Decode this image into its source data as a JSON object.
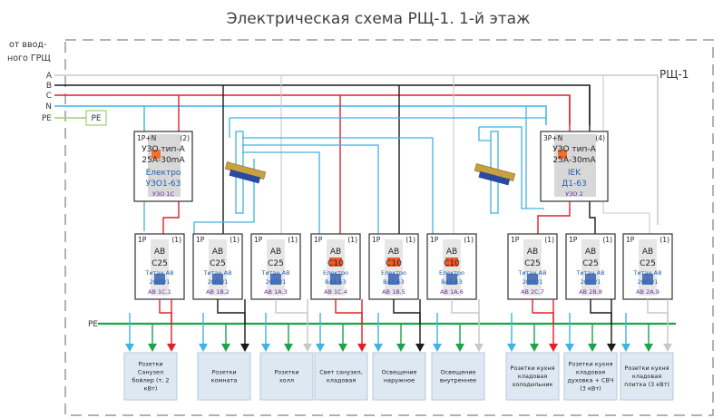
{
  "title": "Электрическая схема РЩ-1. 1-й этаж",
  "panel_label": "РЩ-1",
  "input_label_line1": "от ввод-",
  "input_label_line2": "ного ГРЩ",
  "buses": [
    {
      "name": "A",
      "color": "#c8c8c8"
    },
    {
      "name": "B",
      "color": "#1a1a1a"
    },
    {
      "name": "C",
      "color": "#e0202a"
    },
    {
      "name": "N",
      "color": "#3fb4e0"
    },
    {
      "name": "PE",
      "color": "#9fcf6a"
    }
  ],
  "pe_box_label": "PE",
  "pe_bus_label": "PE",
  "colors": {
    "neutral": "#3fb4e0",
    "pe": "#1da34a",
    "phaseA": "#c8c8c8",
    "phaseB": "#1a1a1a",
    "phaseC": "#e0202a",
    "frame": "#8a8a8a",
    "load_fill": "#dde8f3"
  },
  "rcds": [
    {
      "poles": "1P+N",
      "module": "(2)",
      "type": "УЗО тип-А",
      "rating": "25А-30mA",
      "brand": "Електро",
      "model": "УЗО1-63",
      "id": "УЗО 1С"
    },
    {
      "poles": "3P+N",
      "module": "(4)",
      "type": "УЗО тип-А",
      "rating": "25А-30mA",
      "brand": "IEK",
      "model": "Д1-63",
      "id": "УЗО 2"
    }
  ],
  "breakers": [
    {
      "poles": "1P",
      "module": "(1)",
      "kind": "АВ",
      "rating": "C25",
      "brand": "Титан АВ",
      "model": "2001/1",
      "id": "АВ 1С.1",
      "phase": "C"
    },
    {
      "poles": "1P",
      "module": "(1)",
      "kind": "АВ",
      "rating": "C25",
      "brand": "Титан АВ",
      "model": "2001/1",
      "id": "АВ 1В.2",
      "phase": "B"
    },
    {
      "poles": "1P",
      "module": "(1)",
      "kind": "АВ",
      "rating": "C25",
      "brand": "Титан АВ",
      "model": "2001/1",
      "id": "АВ 1А.3",
      "phase": "A"
    },
    {
      "poles": "1P",
      "module": "(1)",
      "kind": "АВ",
      "rating": "C10",
      "brand": "Електро",
      "model": "ВА1-63",
      "id": "АВ 1С.4",
      "phase": "C"
    },
    {
      "poles": "1P",
      "module": "(1)",
      "kind": "АВ",
      "rating": "C10",
      "brand": "Електро",
      "model": "ВА1-63",
      "id": "АВ 1В.5",
      "phase": "B"
    },
    {
      "poles": "1P",
      "module": "(1)",
      "kind": "АВ",
      "rating": "C10",
      "brand": "Електро",
      "model": "ВА1-63",
      "id": "АВ 1А.6",
      "phase": "A"
    },
    {
      "poles": "1P",
      "module": "(1)",
      "kind": "АВ",
      "rating": "C25",
      "brand": "Титан АВ",
      "model": "2001/1",
      "id": "АВ 2С.7",
      "phase": "C"
    },
    {
      "poles": "1P",
      "module": "(1)",
      "kind": "АВ",
      "rating": "C25",
      "brand": "Титан АВ",
      "model": "2001/1",
      "id": "АВ 2В.8",
      "phase": "B"
    },
    {
      "poles": "1P",
      "module": "(1)",
      "kind": "АВ",
      "rating": "C25",
      "brand": "Титан АВ",
      "model": "2001/1",
      "id": "АВ 2А.9",
      "phase": "A"
    }
  ],
  "loads": [
    {
      "lines": [
        "Розетки",
        "Санузел",
        "бойлер (т, 2",
        "кВт)"
      ]
    },
    {
      "lines": [
        "Розетки",
        "комната"
      ]
    },
    {
      "lines": [
        "Розетки",
        "холл"
      ]
    },
    {
      "lines": [
        "Свет санузел,",
        "кладовая"
      ]
    },
    {
      "lines": [
        "Освещение",
        "наружное"
      ]
    },
    {
      "lines": [
        "Освещение",
        "внутреннее"
      ]
    },
    {
      "lines": [
        "Розетки кухня",
        "кладовая",
        "холодильник"
      ]
    },
    {
      "lines": [
        "Розетки кухня",
        "кладовая",
        "духовка + СВЧ",
        "(3 кВт)"
      ]
    },
    {
      "lines": [
        "Розетки кухня",
        "кладовая",
        "плитка (3 кВт)"
      ]
    }
  ]
}
